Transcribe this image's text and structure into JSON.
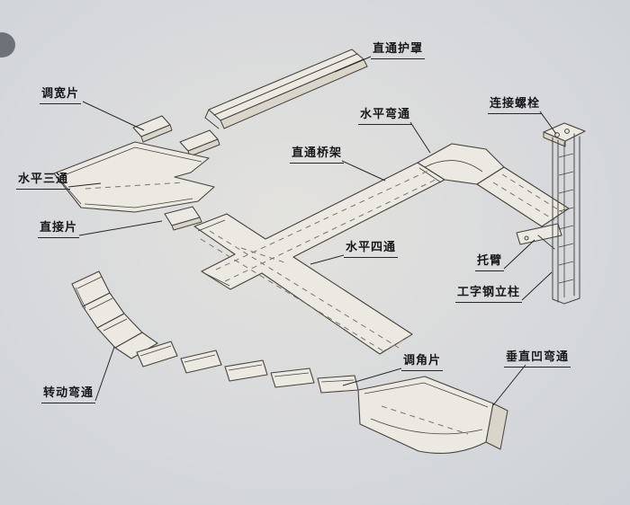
{
  "page": {
    "background_color": "#d9dadc",
    "paper_center_color": "#e3e2de",
    "line_color": "#45433d",
    "part_fill_color": "#ece9e2",
    "label_text_color": "#17171a"
  },
  "labels": {
    "straight_cover": "直通护罩",
    "width_adjust_piece": "调宽片",
    "horizontal_bend": "水平弯通",
    "connecting_bolt": "连接螺栓",
    "straight_tray": "直通桥架",
    "horizontal_tee": "水平三通",
    "direct_piece": "直接片",
    "horizontal_cross": "水平四通",
    "support_arm": "托臂",
    "ibeam_column": "工字钢立柱",
    "angle_adjust_piece": "调角片",
    "vertical_concave_bend": "垂直凹弯通",
    "rotating_bend": "转动弯通"
  }
}
